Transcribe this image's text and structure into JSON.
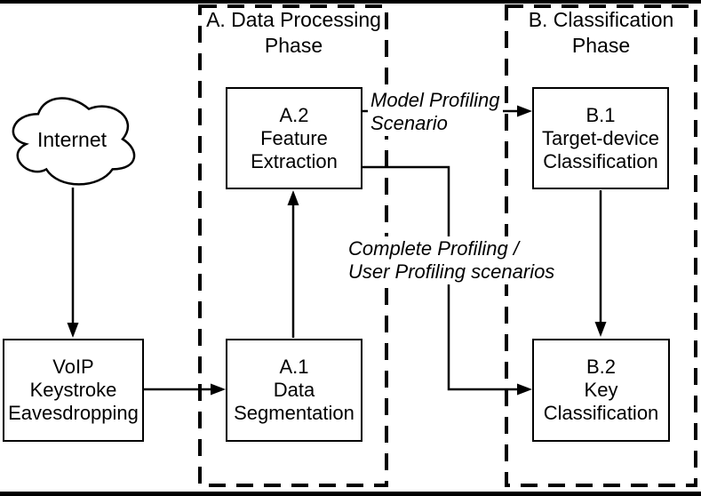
{
  "figure": {
    "background_color": "#ffffff",
    "line_color": "#000000"
  },
  "phases": {
    "a": {
      "title": "A. Data Processing\nPhase"
    },
    "b": {
      "title": "B. Classification\nPhase"
    }
  },
  "nodes": {
    "internet": {
      "label": "Internet",
      "shape": "cloud"
    },
    "voip": {
      "label": "VoIP\nKeystroke\nEavesdropping",
      "shape": "rect"
    },
    "a1": {
      "label": "A.1\nData\nSegmentation",
      "shape": "rect"
    },
    "a2": {
      "label": "A.2\nFeature\nExtraction",
      "shape": "rect"
    },
    "b1": {
      "label": "B.1\nTarget-device\nClassification",
      "shape": "rect"
    },
    "b2": {
      "label": "B.2\nKey\nClassification",
      "shape": "rect"
    }
  },
  "edges": [
    {
      "from": "internet",
      "to": "voip"
    },
    {
      "from": "voip",
      "to": "a1"
    },
    {
      "from": "a1",
      "to": "a2"
    },
    {
      "from": "a2",
      "to": "b1",
      "label": "Model Profiling\nScenario"
    },
    {
      "from": "a2",
      "to": "b2",
      "label": "Complete Profiling /\nUser Profiling scenarios"
    },
    {
      "from": "b1",
      "to": "b2"
    }
  ]
}
